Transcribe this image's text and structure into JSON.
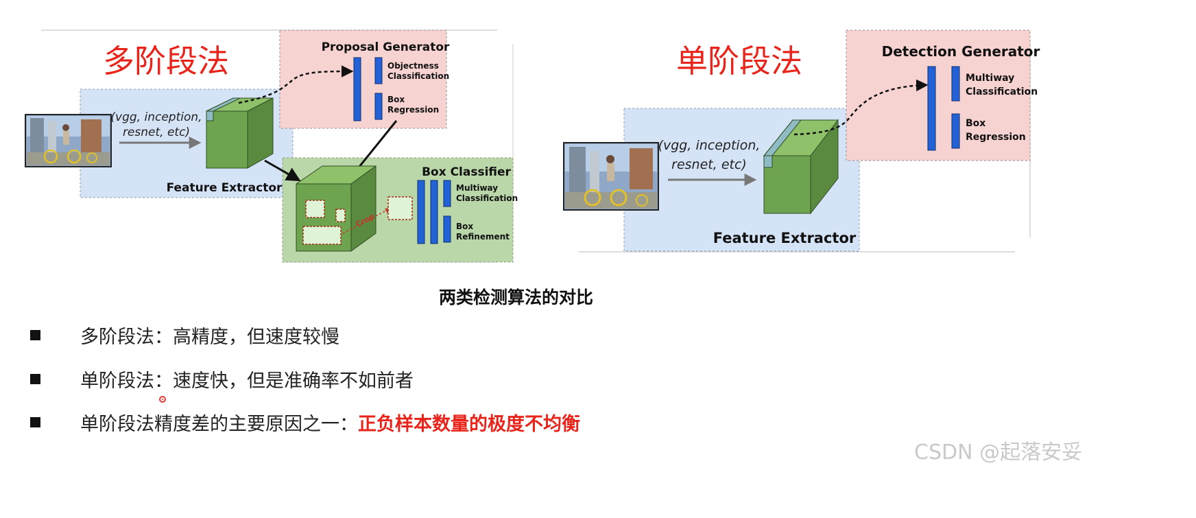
{
  "left_diagram": {
    "title": "多阶段法",
    "backbone_label": [
      "(vgg, inception,",
      "resnet, etc)"
    ],
    "feature_extractor": "Feature Extractor",
    "proposal_generator": {
      "title": "Proposal Generator",
      "head1": [
        "Objectness",
        "Classification"
      ],
      "head2": [
        "Box",
        "Regression"
      ]
    },
    "box_classifier": {
      "title": "Box Classifier",
      "head1": [
        "Multiway",
        "Classification"
      ],
      "head2": [
        "Box",
        "Refinement"
      ],
      "crop_label": "Crop"
    }
  },
  "right_diagram": {
    "title": "单阶段法",
    "backbone_label": [
      "(vgg, inception,",
      "resnet, etc)"
    ],
    "feature_extractor": "Feature Extractor",
    "detection_generator": {
      "title": "Detection Generator",
      "head1": [
        "Multiway",
        "Classification"
      ],
      "head2": [
        "Box",
        "Regression"
      ]
    }
  },
  "caption": "两类检测算法的对比",
  "bullets": [
    {
      "text": "多阶段法：高精度，但速度较慢",
      "emphasis": ""
    },
    {
      "text": "单阶段法：速度快，但是准确率不如前者",
      "emphasis": ""
    },
    {
      "text": "单阶段法精度差的主要原因之一：",
      "emphasis": "正负样本数量的极度不均衡"
    }
  ],
  "watermark": "CSDN @起落安妥",
  "colors": {
    "title_red": "#e8241b",
    "region_blue": "#d5e3f7",
    "region_pink": "#f6d3d1",
    "region_green": "#b9d7a8",
    "cube_green": "#6ea350",
    "head_blue": "#2361d6"
  }
}
